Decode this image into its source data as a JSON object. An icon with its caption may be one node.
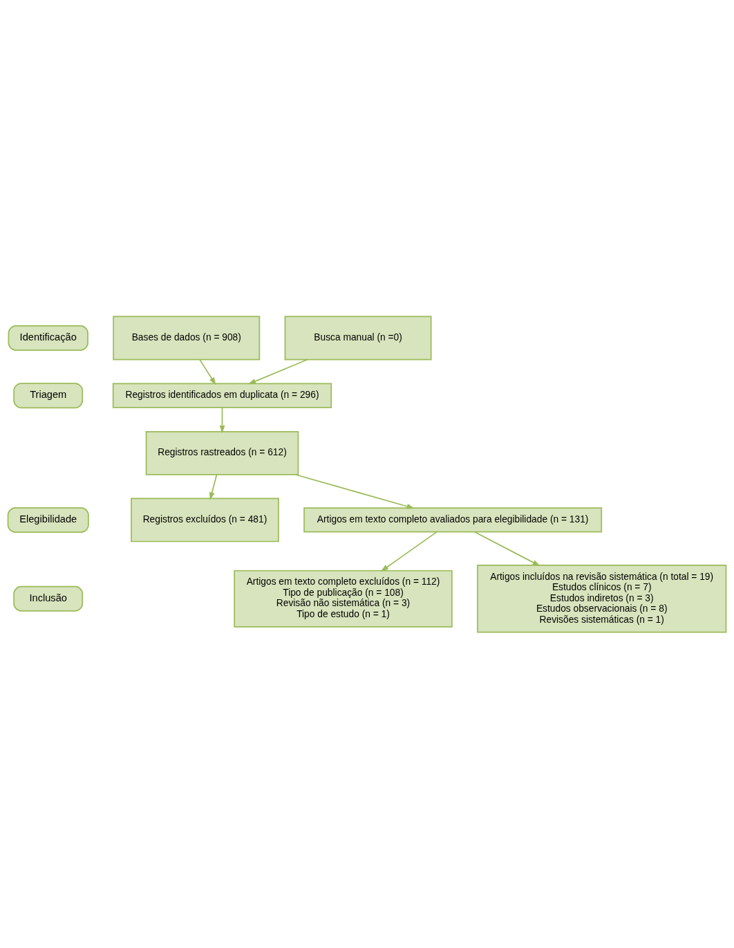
{
  "diagram": {
    "nodes": [
      {
        "text": [
          "Identificação"
        ]
      },
      {
        "text": [
          "Triagem"
        ]
      },
      {
        "text": [
          "Elegibilidade"
        ]
      },
      {
        "text": [
          "Inclusão"
        ]
      },
      {
        "text": [
          "Bases de dados (n = 908)"
        ]
      },
      {
        "text": [
          "Busca manual (n =0)"
        ]
      },
      {
        "text": [
          "Registros identificados em duplicata (n = 296)"
        ]
      },
      {
        "text": [
          "Registros rastreados (n = 612)"
        ]
      },
      {
        "text": [
          "Registros excluídos (n = 481)"
        ]
      },
      {
        "text": [
          "Artigos em texto completo avaliados para elegibilidade (n = 131)"
        ]
      },
      {
        "text": [
          "Artigos em texto completo excluídos (n = 112)",
          "Tipo de publicação (n = 108)",
          "Revisão não sistemática (n = 3)",
          "Tipo de estudo (n = 1)"
        ]
      },
      {
        "text": [
          "Artigos incluídos na revisão sistemática (n total = 19)",
          "Estudos clínicos (n = 7)",
          "Estudos indiretos (n = 3)",
          "Estudos observacionais (n = 8)",
          "Revisões sistemáticas (n = 1)"
        ]
      }
    ],
    "edges": [
      {
        "from": 4,
        "to": 6,
        "arrow": "to"
      },
      {
        "from": 5,
        "to": 6,
        "arrow": "to"
      },
      {
        "from": 6,
        "to": 7,
        "arrow": "to"
      },
      {
        "from": 7,
        "to": 9,
        "arrow": "to"
      },
      {
        "from": 7,
        "to": 8,
        "arrow": "to"
      },
      {
        "from": 9,
        "to": 11,
        "arrow": "to"
      },
      {
        "from": 9,
        "to": 10,
        "arrow": "to"
      }
    ]
  }
}
